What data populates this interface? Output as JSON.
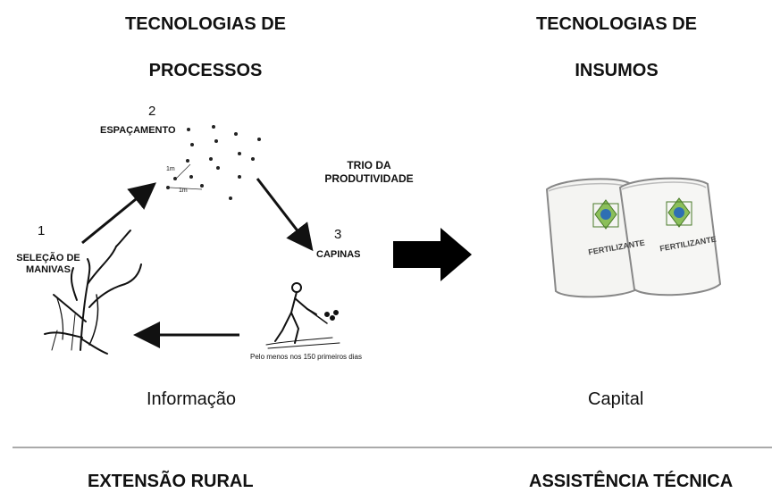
{
  "left_header": {
    "line1": "TECNOLOGIAS DE",
    "line2": "PROCESSOS"
  },
  "right_header": {
    "line1": "TECNOLOGIAS DE",
    "line2": "INSUMOS"
  },
  "steps": [
    {
      "number": "1",
      "label_line1": "SELEÇÃO DE",
      "label_line2": "MANIVAS"
    },
    {
      "number": "2",
      "label": "ESPAÇAMENTO"
    },
    {
      "number": "3",
      "label": "CAPINAS"
    }
  ],
  "spacing_labels": {
    "a": "1m",
    "b": "1m"
  },
  "center_label": {
    "line1": "TRIO DA",
    "line2": "PRODUTIVIDADE"
  },
  "weeding_note": "Pelo menos nos 150 primeiros dias",
  "bag_labels": {
    "left": "FERTILIZANTE",
    "right": "FERTILIZANTE"
  },
  "left_footer": "Informação",
  "right_footer": "Capital",
  "bottom_left": "EXTENSÃO RURAL",
  "bottom_right": "ASSISTÊNCIA TÉCNICA"
}
